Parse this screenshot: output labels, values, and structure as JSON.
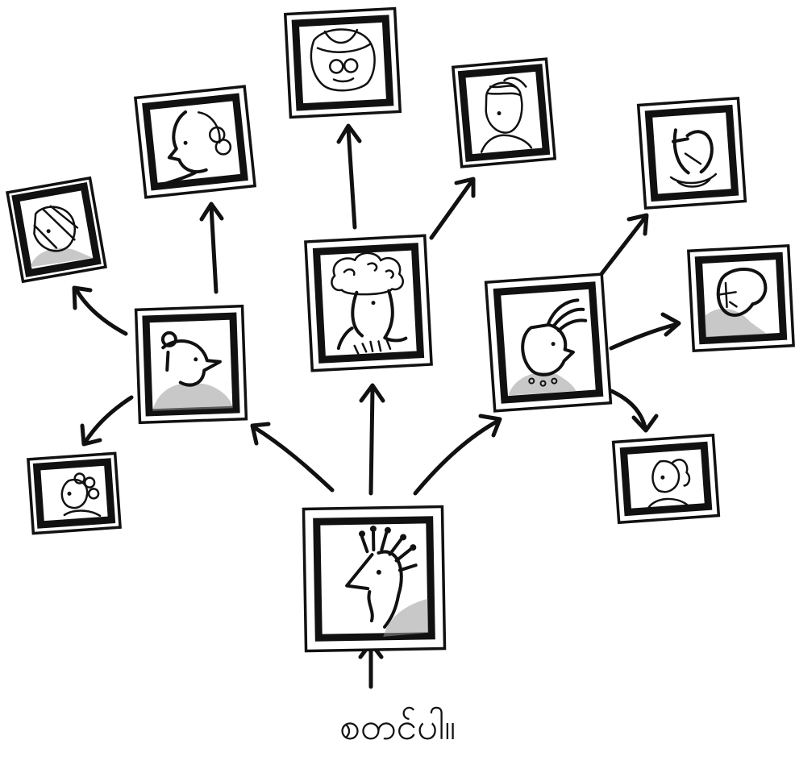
{
  "caption": "စတင်ပါ။",
  "colors": {
    "ink": "#111111",
    "background": "#ffffff"
  },
  "portraits": [
    "start-portrait",
    "left-mid-portrait",
    "center-mid-portrait",
    "right-mid-portrait",
    "far-left-portrait",
    "left-top-portrait",
    "bottom-left-portrait",
    "top-portrait",
    "top-right-portrait",
    "right-top-portrait",
    "right-mid-far-portrait",
    "right-bottom-portrait"
  ]
}
